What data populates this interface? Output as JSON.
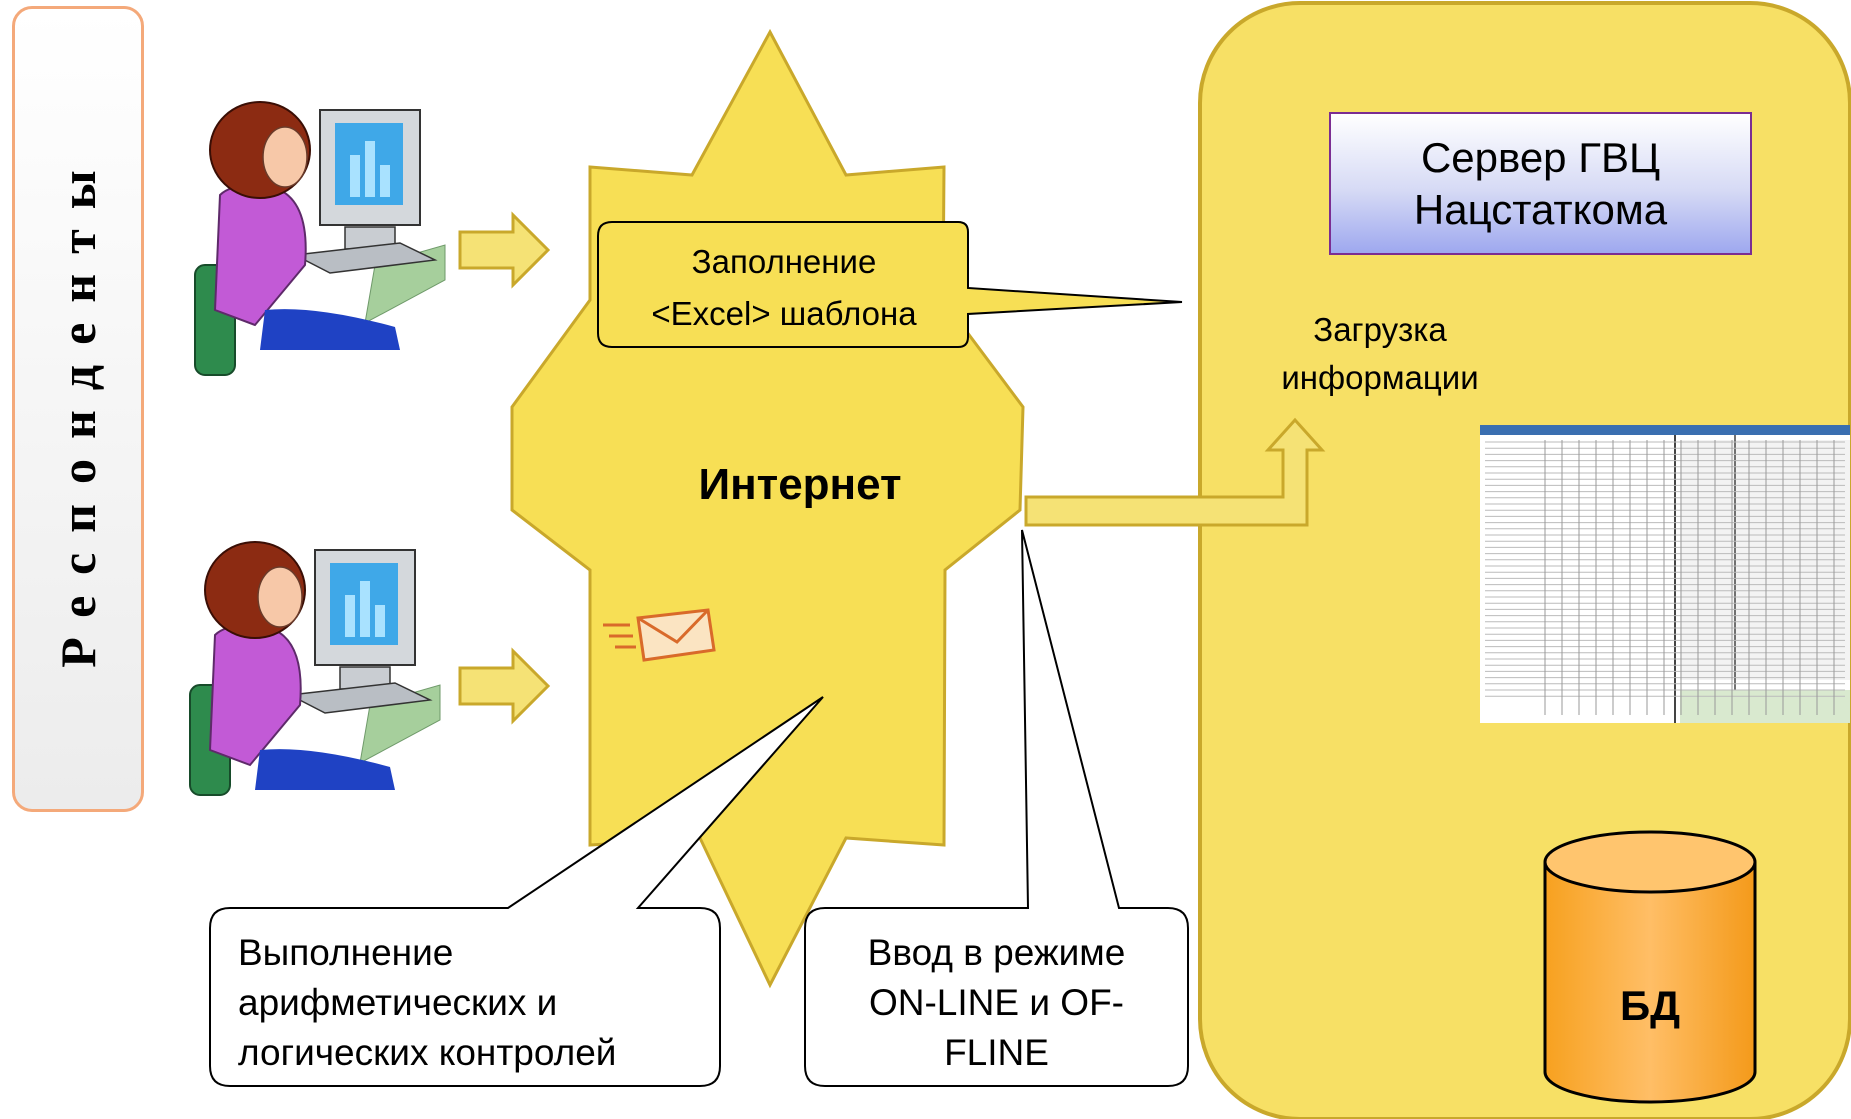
{
  "side_label": "Респонденты",
  "internet_label": "Интернет",
  "excel_callout": "Заполнение\n<Excel> шаблона",
  "arith_callout": "Выполнение\nарифметических и\nлогических контролей",
  "online_callout": "Ввод в режиме\nON-LINE и OF-\nFLINE",
  "server_label": "Сервер ГВЦ\nНацстаткома",
  "upload_label": "Загрузка\nинформации",
  "db_label": "БД",
  "colors": {
    "star_fill": "#f7df55",
    "server_panel": "#f7e065",
    "arrow_fill": "#f5e275",
    "db_fill": "#f7a532",
    "side_border": "#f4a97a"
  },
  "icons": [
    "respondent-computer-icon",
    "email-envelope-icon",
    "spreadsheet-thumbnail",
    "database-cylinder-icon"
  ]
}
